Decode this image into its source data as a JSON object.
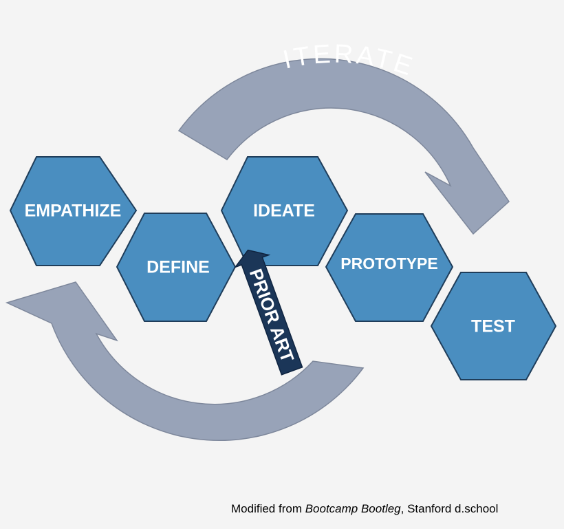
{
  "colors": {
    "hex_fill": "#4a8ec0",
    "hex_stroke": "#1f3d5a",
    "arrow_fill": "#98a3b8",
    "arrow_stroke": "#7d879b",
    "prior_arrow_fill": "#1b3658",
    "background": "#f4f4f4"
  },
  "top_arrow": {
    "label": "ITERATE",
    "icon": "curved-arrow-icon"
  },
  "bottom_arrow": {
    "icon": "curved-arrow-icon"
  },
  "stages": [
    {
      "id": "empathize",
      "label": "EMPATHIZE"
    },
    {
      "id": "define",
      "label": "DEFINE"
    },
    {
      "id": "ideate",
      "label": "IDEATE"
    },
    {
      "id": "prototype",
      "label": "PROTOTYPE"
    },
    {
      "id": "test",
      "label": "TEST"
    }
  ],
  "prior_art": {
    "label": "PRIOR ART",
    "icon": "straight-arrow-icon"
  },
  "caption": {
    "prefix": "Modified from ",
    "title": "Bootcamp Bootleg",
    "suffix": ", Stanford d.school"
  }
}
